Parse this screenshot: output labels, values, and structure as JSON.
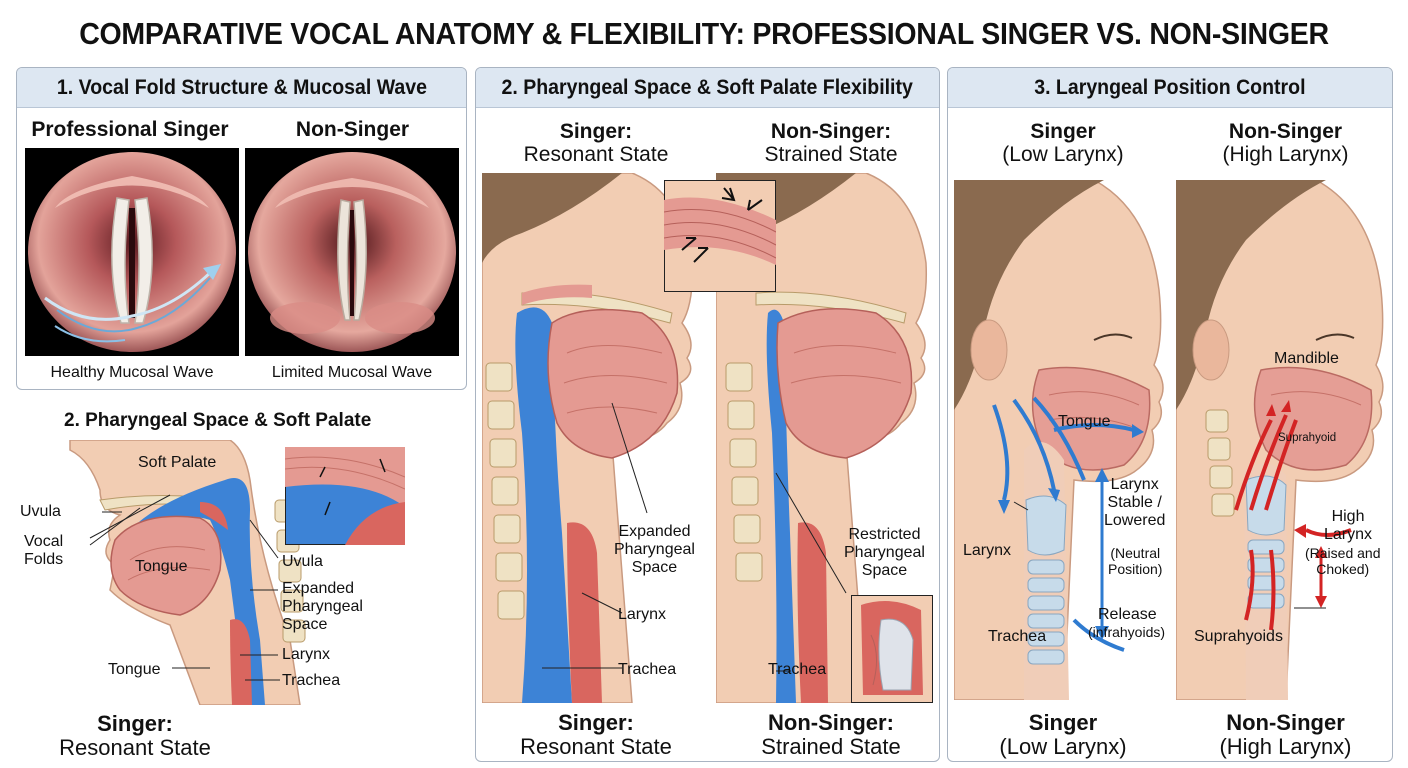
{
  "title": "COMPARATIVE VOCAL ANATOMY & FLEXIBILITY: PROFESSIONAL SINGER VS. NON-SINGER",
  "panel1": {
    "header": "1. Vocal Fold Structure & Mucosal Wave",
    "left_title": "Professional Singer",
    "right_title": "Non-Singer",
    "left_caption": "Healthy Mucosal Wave",
    "right_caption": "Limited Mucosal Wave"
  },
  "small_section": {
    "title": "2. Pharyngeal Space & Soft Palate",
    "labels": {
      "soft_palate": "Soft Palate",
      "uvula_left": "Uvula",
      "vocal_folds": "Vocal\nFolds",
      "tongue_inner": "Tongue",
      "uvula_right": "Uvula",
      "expanded": "Expanded\nPharyngeal\nSpace",
      "larynx": "Larynx",
      "tongue_lower": "Tongue",
      "trachea": "Trachea"
    },
    "bottom_bold": "Singer:",
    "bottom_normal": "Resonant State"
  },
  "panel2": {
    "header": "2. Pharyngeal Space & Soft Palate Flexibility",
    "left_bold": "Singer:",
    "left_normal": "Resonant State",
    "right_bold": "Non-Singer:",
    "right_normal": "Strained State",
    "labels": {
      "expanded": "Expanded\nPharyngeal\nSpace",
      "larynx": "Larynx",
      "trachea_left": "Trachea",
      "restricted": "Restricted\nPharyngeal\nSpace",
      "trachea_right": "Trachea"
    },
    "bottom_left_bold": "Singer:",
    "bottom_left_normal": "Resonant State",
    "bottom_right_bold": "Non-Singer:",
    "bottom_right_normal": "Strained State"
  },
  "panel3": {
    "header": "3. Laryngeal Position Control",
    "left_bold": "Singer",
    "left_normal": "(Low Larynx)",
    "right_bold": "Non-Singer",
    "right_normal": "(High Larynx)",
    "labels": {
      "tongue": "Tongue",
      "larynx": "Larynx",
      "stable": "Larynx\nStable /\nLowered",
      "neutral": "(Neutral\nPosition)",
      "release": "Release",
      "infrahyoids": "(infrahyoids)",
      "trachea": "Trachea",
      "mandible": "Mandible",
      "suprahyoid": "Suprahyoid",
      "high_larynx": "High\nLarynx",
      "raised": "(Raised and\nChoked)",
      "suprahyoids": "Suprahyoids"
    },
    "bottom_left_bold": "Singer",
    "bottom_left_normal": "(Low Larynx)",
    "bottom_right_bold": "Non-Singer",
    "bottom_right_normal": "(High Larynx)"
  },
  "colors": {
    "header_bg": "#dde7f2",
    "border": "#a9b4c2",
    "tissue_pink": "#e49a92",
    "muscle_red": "#d9665f",
    "airway_blue": "#3d83d6",
    "bone": "#efe2c4",
    "skin": "#f2cdb3",
    "hair": "#8a6a4f",
    "arrow_blue": "#2f7bd0",
    "arrow_red": "#d32424"
  },
  "icons": [
    "vocal-folds-image",
    "head-sagittal-image",
    "neck-profile-image",
    "up-arrow-icon",
    "down-arrow-icon"
  ]
}
